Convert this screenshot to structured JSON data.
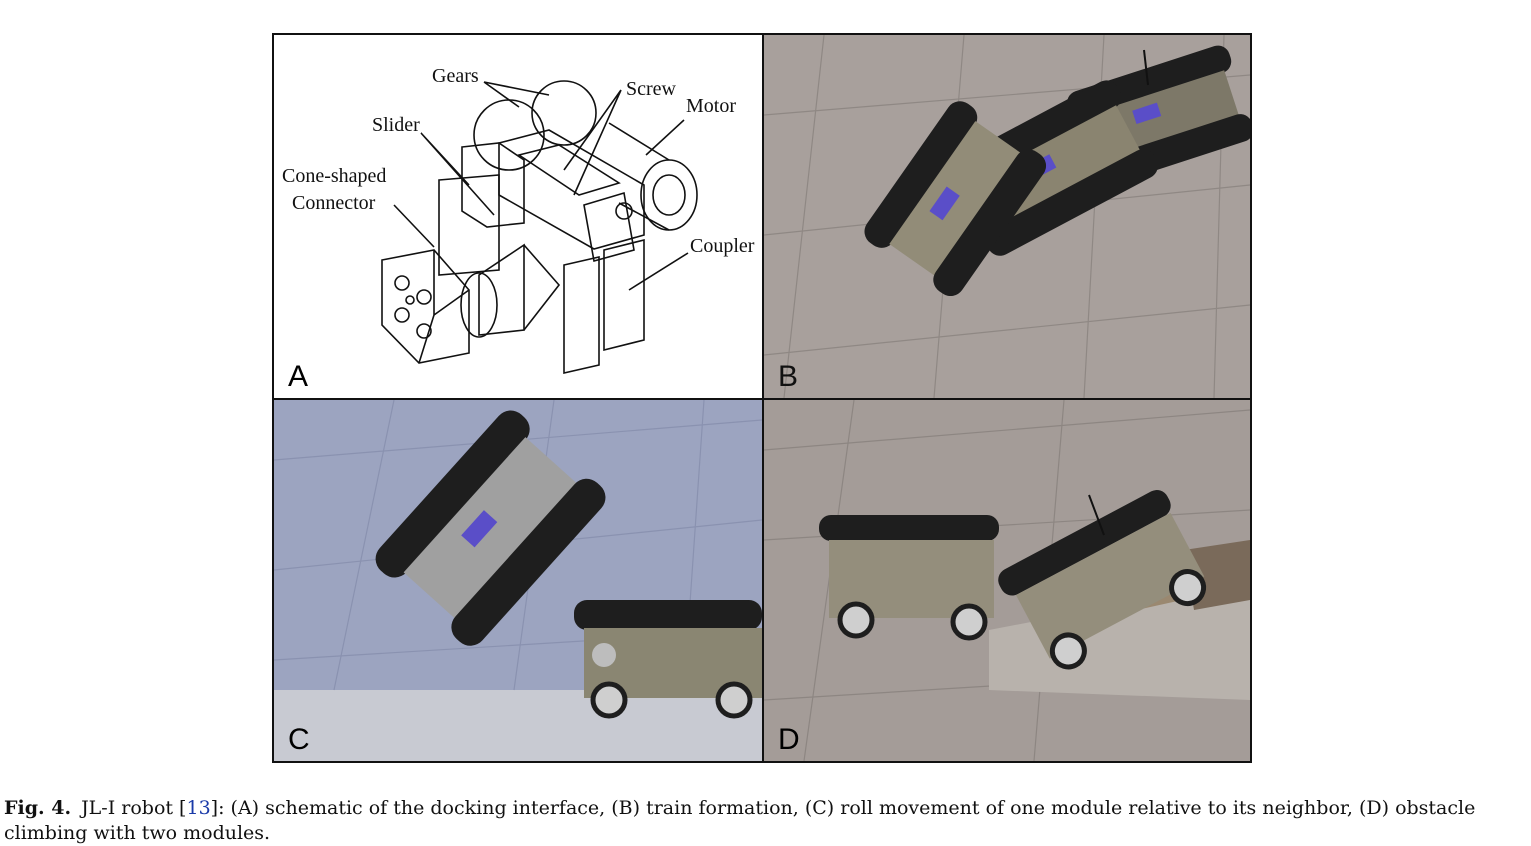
{
  "figure": {
    "panels": {
      "a": {
        "letter": "A",
        "labels": {
          "gears": "Gears",
          "screw": "Screw",
          "motor": "Motor",
          "slider": "Slider",
          "cone_line1": "Cone-shaped",
          "cone_line2": "Connector",
          "coupler": "Coupler"
        }
      },
      "b": {
        "letter": "B"
      },
      "c": {
        "letter": "C"
      },
      "d": {
        "letter": "D"
      }
    },
    "caption": {
      "label": "Fig. 4.",
      "text_before_ref": "JL-I robot [",
      "ref": "13",
      "text_after_ref": "]: (A) schematic of the docking interface, (B) train formation, (C) roll movement of one module relative to its neighbor, (D) obstacle climbing with two modules."
    }
  },
  "colors": {
    "track": "#1e1e1e",
    "chassis": "#9a9278",
    "pavement_b": "#a8a09c",
    "pavement_c": "#9ca4c0",
    "pavement_d": "#a49c98"
  }
}
